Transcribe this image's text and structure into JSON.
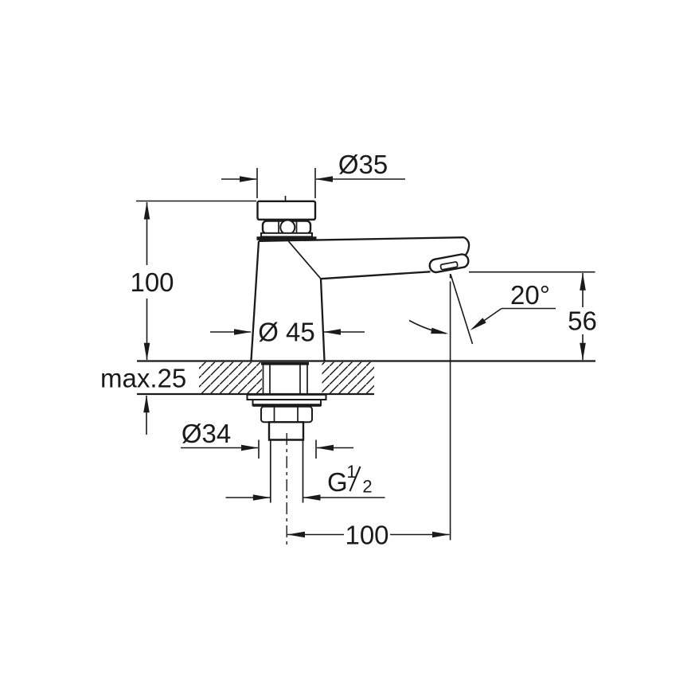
{
  "page": {
    "background": "#ffffff",
    "line_color": "#1a1a1a"
  },
  "drawing": {
    "type": "technical-dimension-drawing",
    "subject": "pillar tap side elevation with mounting shank",
    "labels": {
      "dia_top": "Ø35",
      "height_body": "100",
      "dia_base": "Ø 45",
      "spout_angle": "20°",
      "spout_height": "56",
      "counter_thickness": "max.25",
      "dia_shank": "Ø34",
      "thread_letter": "G",
      "thread_numerator": "1",
      "thread_denominator": "2",
      "reach": "100"
    }
  }
}
